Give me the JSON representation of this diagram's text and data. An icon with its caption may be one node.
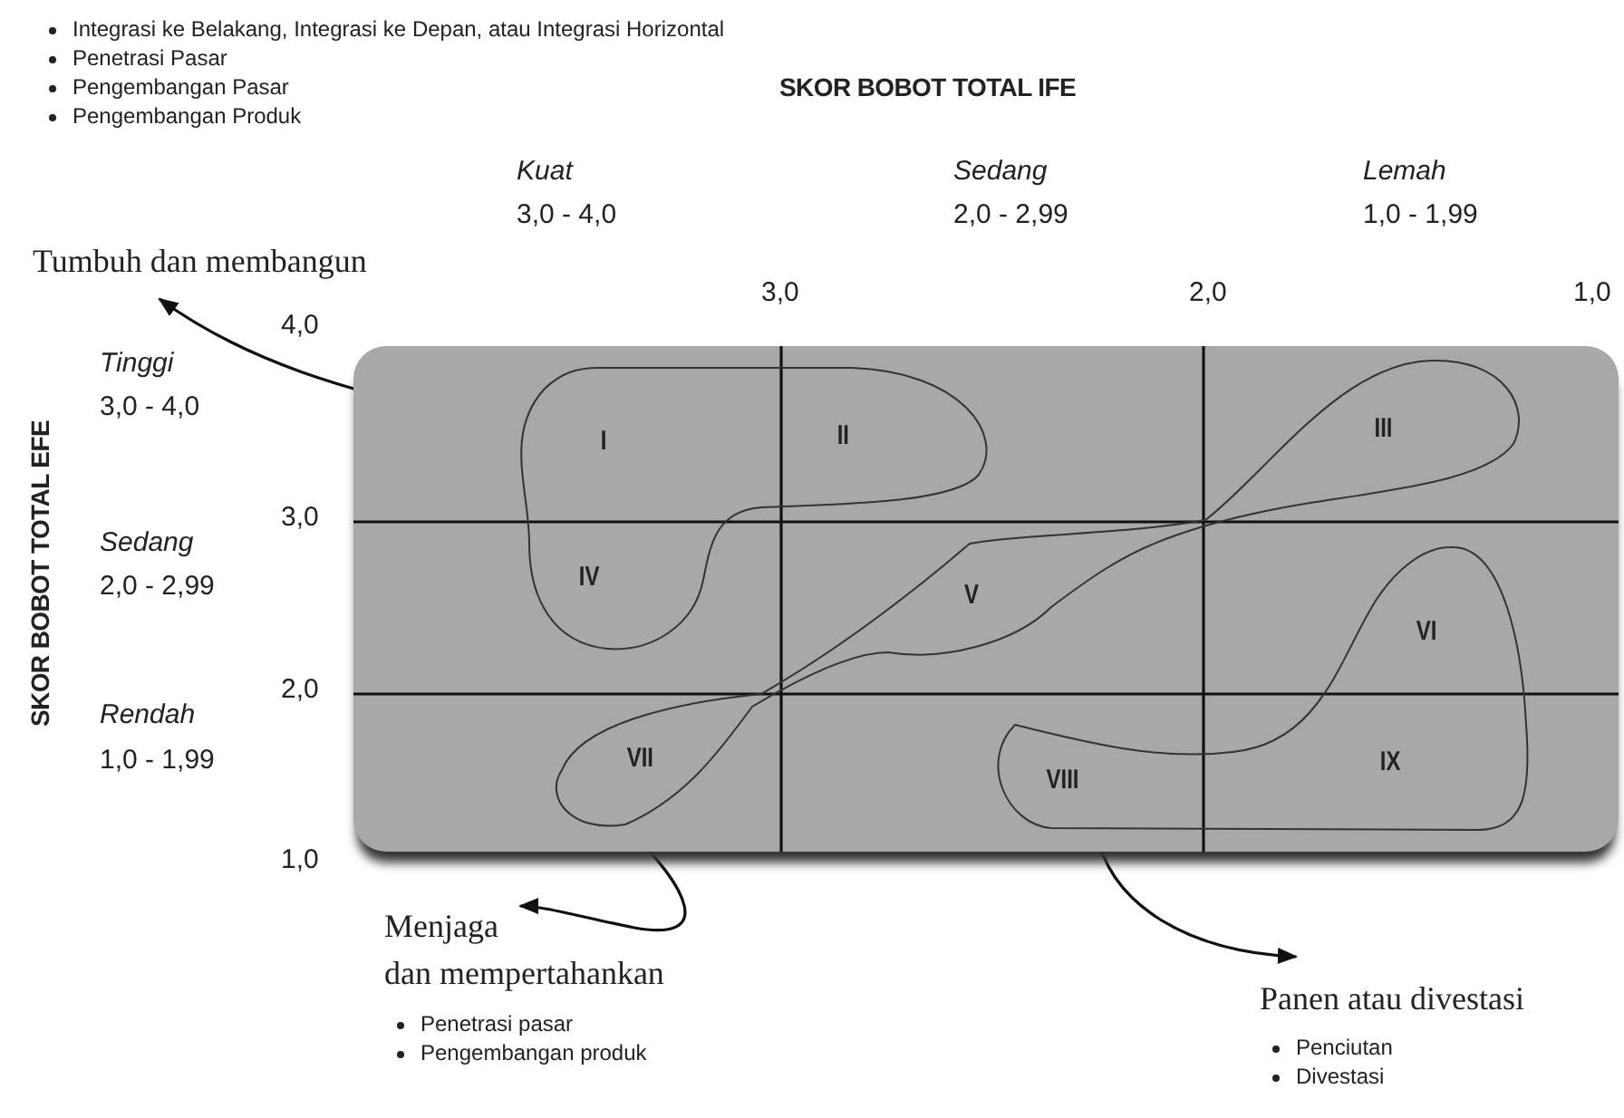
{
  "diagram": {
    "nodes": [
      {
        "text": [],
        "shape": "box"
      },
      {
        "text": [
          "I",
          "II",
          "IV"
        ],
        "in": 0
      },
      {
        "text": [
          "III",
          "V",
          "VII"
        ],
        "in": 0
      },
      {
        "text": [
          "VI",
          "VIII",
          "IX"
        ],
        "in": 0
      },
      {
        "text": [
          "Tumbuh dan membangun"
        ],
        "beside": [
          "Integrasi ke Belakang, Integrasi ke Depan, atau Integrasi Horizontal",
          "Penetrasi Pasar",
          "Pengembangan Pasar",
          "Pengembangan Produk"
        ]
      },
      {
        "text": [
          "Menjaga dan mempertahankan"
        ],
        "beside": [
          "Penetrasi pasar",
          "Pengembangan produk"
        ]
      },
      {
        "text": [
          "Panen atau divestasi"
        ],
        "beside": [
          "Penciutan",
          "Divestasi"
        ]
      }
    ],
    "edges": [
      {
        "from": 1,
        "to": 4,
        "arrow": "to"
      },
      {
        "from": 2,
        "to": 5,
        "arrow": "to"
      },
      {
        "from": 3,
        "to": 6,
        "arrow": "to"
      }
    ],
    "labels": [
      "SKOR BOBOT TOTAL IFE",
      "Kuat",
      "Sedang",
      "Lemah",
      "3,0 - 4,0",
      "2,0 - 2,99",
      "1,0 - 1,99",
      "3,0",
      "2,0",
      "1,0",
      "4,0",
      "Tinggi",
      "3,0 - 4,0",
      "SKOR BOBOT TOTAL EFE",
      "3,0",
      "Sedang",
      "2,0 - 2,99",
      "2,0",
      "Rendah",
      "1,0 - 1,99",
      "1,0"
    ]
  }
}
